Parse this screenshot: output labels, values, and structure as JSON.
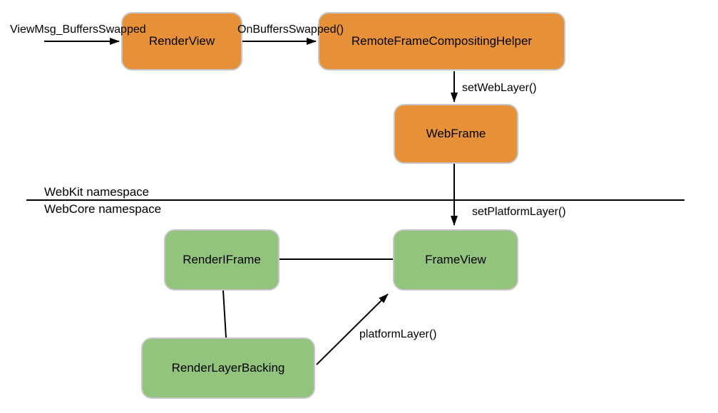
{
  "diagram": {
    "nodes": {
      "render_view": {
        "label": "RenderView",
        "fill": "#e69138"
      },
      "remote_frame_compositing_helper": {
        "label": "RemoteFrameCompositingHelper",
        "fill": "#e69138"
      },
      "web_frame": {
        "label": "WebFrame",
        "fill": "#e69138"
      },
      "render_iframe": {
        "label": "RenderIFrame",
        "fill": "#93c47d"
      },
      "frame_view": {
        "label": "FrameView",
        "fill": "#93c47d"
      },
      "render_layer_backing": {
        "label": "RenderLayerBacking",
        "fill": "#93c47d"
      }
    },
    "edge_labels": {
      "view_msg_buffers_swapped": "ViewMsg_BuffersSwapped",
      "on_buffers_swapped": "OnBuffersSwapped()",
      "set_web_layer": "setWebLayer()",
      "set_platform_layer": "setPlatformLayer()",
      "platform_layer": "platformLayer()"
    },
    "namespace_labels": {
      "webkit": "WebKit namespace",
      "webcore": "WebCore namespace"
    },
    "colors": {
      "node_orange": "#e69138",
      "node_green": "#93c47d",
      "node_border": "#c6c6c6",
      "edge_stroke": "#000000",
      "text": "#000000",
      "background": "#ffffff"
    }
  }
}
